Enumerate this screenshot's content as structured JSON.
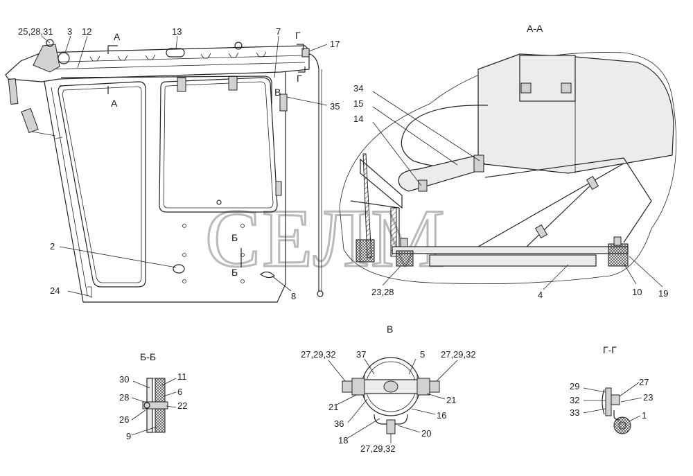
{
  "watermark": "СЕЛМ",
  "sections": {
    "aa": "А-А",
    "bb": "Б-Б",
    "v": "В",
    "gg": "Г-Г",
    "cut_a_top": "А",
    "cut_a_bottom": "А",
    "cut_g_top": "Г",
    "cut_g_bottom": "Г",
    "cut_b_top": "Б",
    "cut_b_bottom": "Б",
    "view_v": "В"
  },
  "labels": {
    "l_25_28_31": "25,28,31",
    "l_3": "3",
    "l_12": "12",
    "l_13": "13",
    "l_7": "7",
    "l_17": "17",
    "l_35": "35",
    "l_2": "2",
    "l_24": "24",
    "l_8": "8",
    "l_34": "34",
    "l_15": "15",
    "l_14": "14",
    "l_23_28": "23,28",
    "l_4": "4",
    "l_10": "10",
    "l_19": "19",
    "b_30": "30",
    "b_11": "11",
    "b_6": "6",
    "b_28": "28",
    "b_22": "22",
    "b_26": "26",
    "b_9": "9",
    "v_27_29_32_l": "27,29,32",
    "v_37": "37",
    "v_5": "5",
    "v_27_29_32_r": "27,29,32",
    "v_21_l": "21",
    "v_21_r": "21",
    "v_36": "36",
    "v_16": "16",
    "v_18": "18",
    "v_20": "20",
    "v_27_29_32_b": "27,29,32",
    "g_29": "29",
    "g_27": "27",
    "g_32": "32",
    "g_23": "23",
    "g_33": "33",
    "g_1": "1"
  }
}
